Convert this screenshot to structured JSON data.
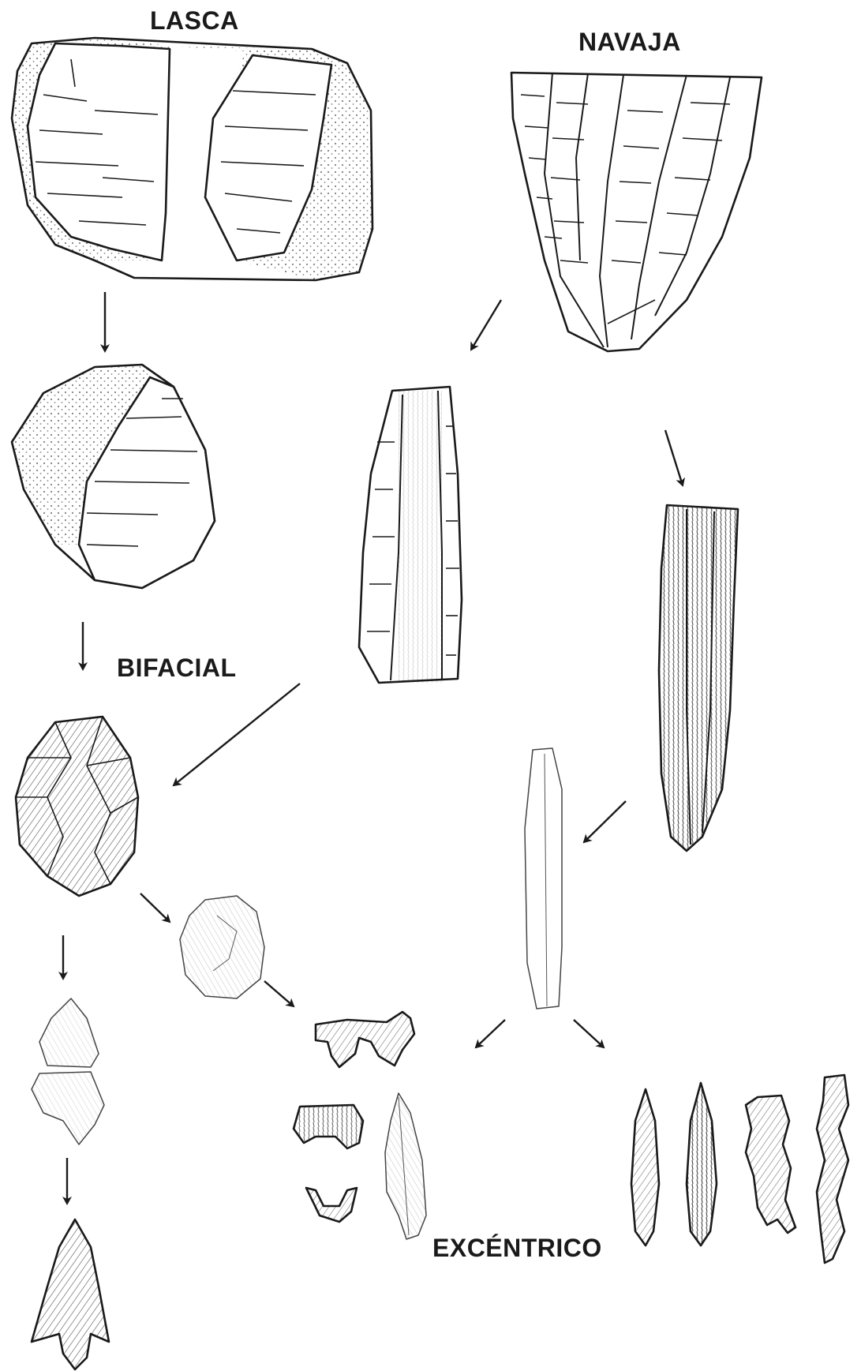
{
  "labels": {
    "lasca": "LASCA",
    "navaja": "NAVAJA",
    "bifacial": "BIFACIAL",
    "excentrico": "EXCÉNTRICO"
  }
}
